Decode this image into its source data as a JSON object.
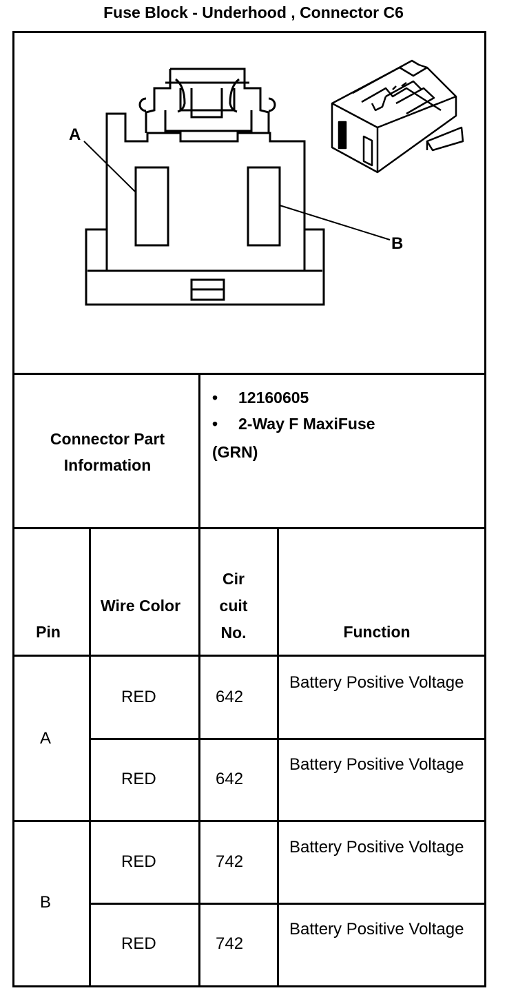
{
  "title": "Fuse Block - Underhood , Connector C6",
  "diagram": {
    "label_a": "A",
    "label_b": "B"
  },
  "part_info": {
    "heading": "Connector Part Information",
    "items": [
      "12160605",
      "2-Way F MaxiFuse"
    ],
    "extra": "(GRN)"
  },
  "table": {
    "headers": {
      "pin": "Pin",
      "wire_color": "Wire Color",
      "circuit": "Cir cuit No.",
      "function": "Function"
    },
    "groups": [
      {
        "pin": "A",
        "rows": [
          {
            "wire_color": "RED",
            "circuit": "642",
            "function": "Battery Positive Voltage"
          },
          {
            "wire_color": "RED",
            "circuit": "642",
            "function": "Battery Positive Voltage"
          }
        ]
      },
      {
        "pin": "B",
        "rows": [
          {
            "wire_color": "RED",
            "circuit": "742",
            "function": "Battery Positive Voltage"
          },
          {
            "wire_color": "RED",
            "circuit": "742",
            "function": "Battery Positive Voltage"
          }
        ]
      }
    ]
  }
}
